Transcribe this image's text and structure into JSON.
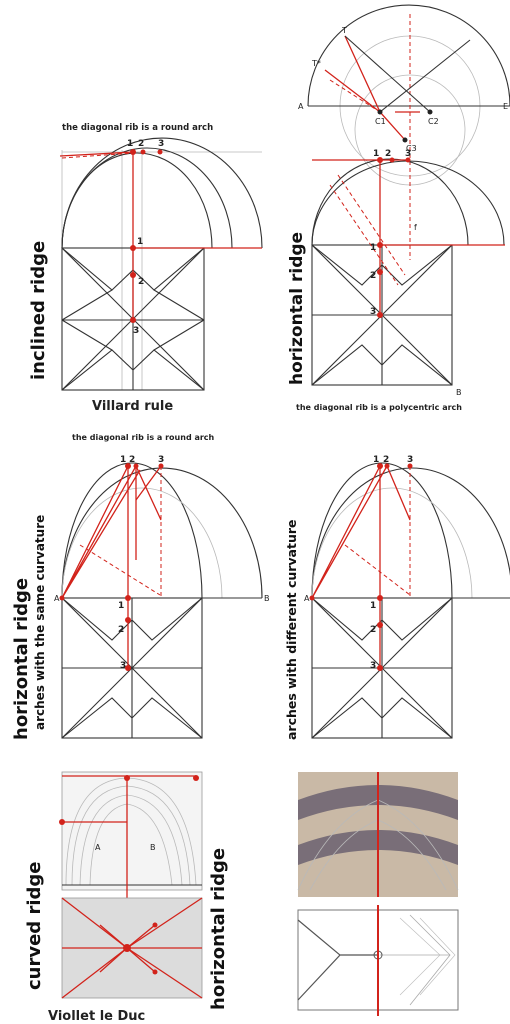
{
  "panel_top_left": {
    "caption": "the diagonal rib is a round arch",
    "side_label": "inclined ridge",
    "bottom_label": "Villard rule",
    "point_labels": [
      "1",
      "2",
      "3"
    ]
  },
  "panel_top_right": {
    "caption": "the diagonal rib is a polycentric arch",
    "side_label": "horizontal ridge",
    "letters": {
      "A": "A",
      "B": "B",
      "C1": "C1",
      "C2": "C2",
      "C3": "C3",
      "T": "T",
      "T2": "T*",
      "f": "f",
      "E": "E"
    },
    "point_labels": [
      "1",
      "2",
      "3"
    ]
  },
  "panel_mid_left": {
    "caption": "the diagonal rib is a round arch",
    "side_label_1": "horizontal ridge",
    "side_label_2": "arches with the same curvature",
    "letters": {
      "A": "A",
      "B": "B"
    },
    "point_labels": [
      "1",
      "2",
      "3"
    ]
  },
  "panel_mid_right": {
    "side_label": "arches with different  curvature",
    "letters": {
      "A": "A"
    },
    "point_labels": [
      "1",
      "2",
      "3"
    ]
  },
  "panel_bottom_left": {
    "side_label_1": "curved ridge",
    "side_label_2": "horizontal ridge",
    "bottom_label": "Viollet le Duc",
    "letters": {
      "A": "A",
      "B": "B"
    }
  },
  "colors": {
    "red": "#d2231b",
    "line": "#333333",
    "guide": "#b9b9b9",
    "photo_vault": "#c9b9a6",
    "photo_shadow": "#5d5668"
  }
}
